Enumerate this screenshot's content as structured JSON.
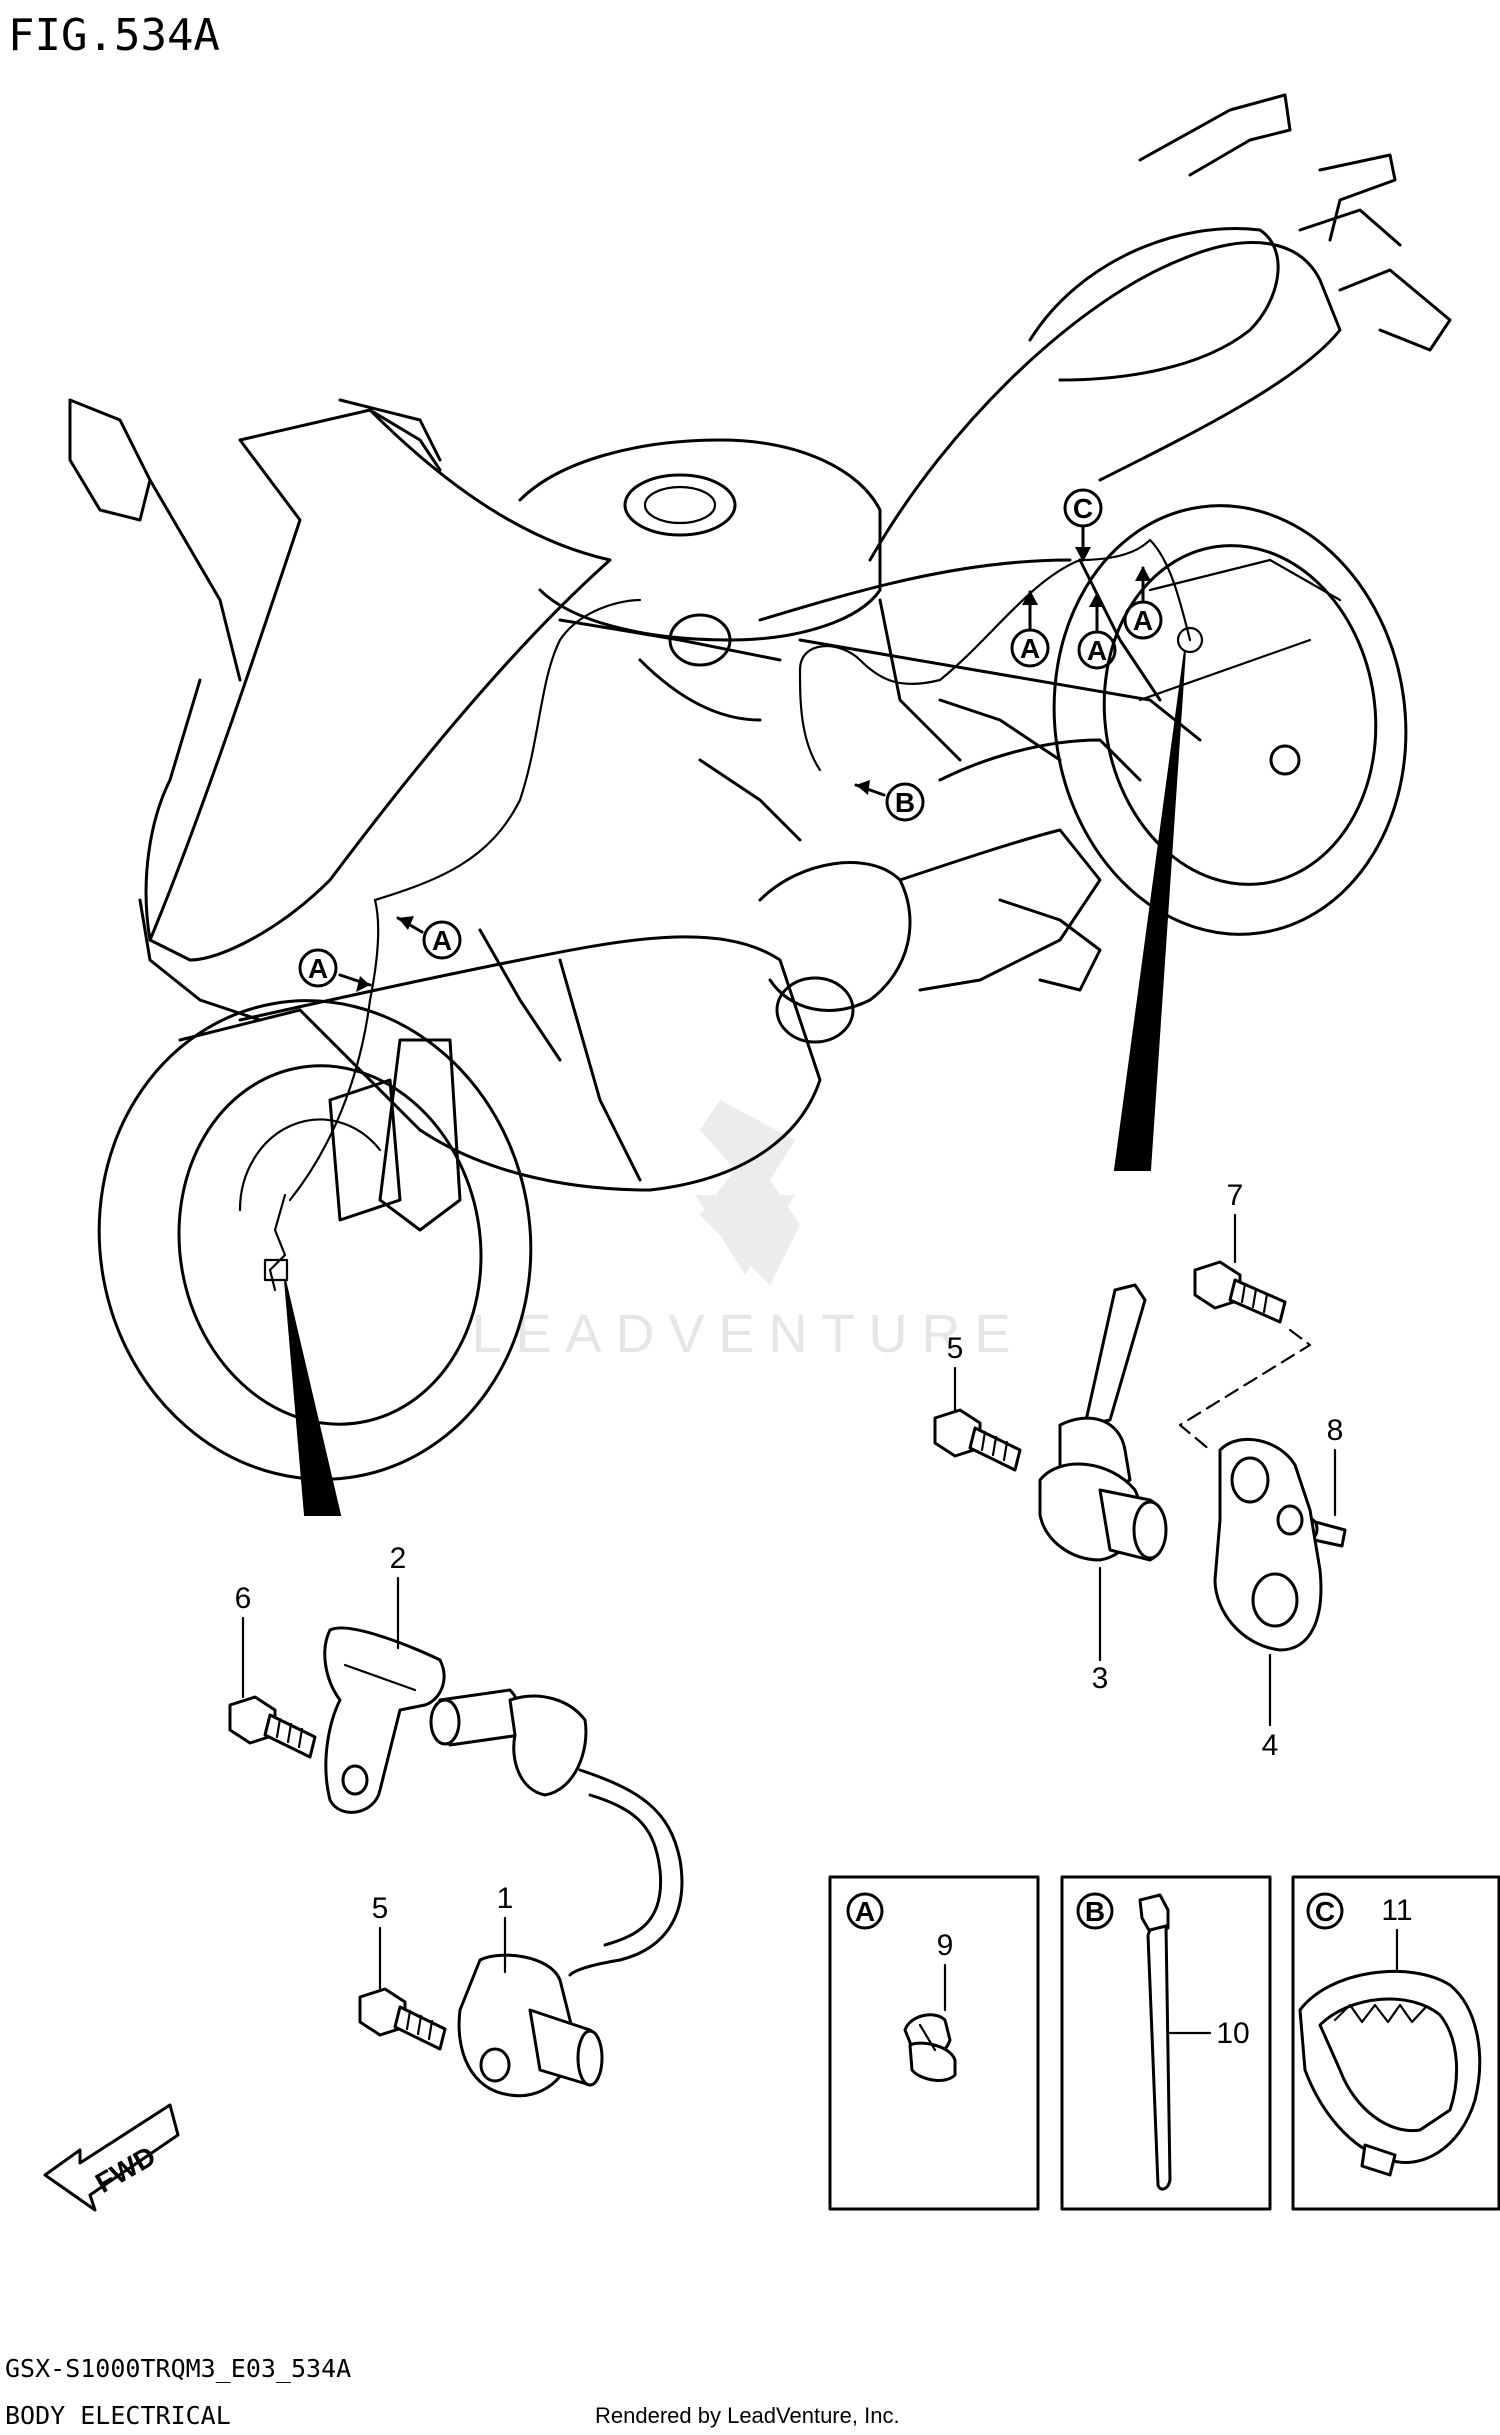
{
  "figure": {
    "title": "FIG.534A",
    "model_code": "GSX-S1000TRQM3_E03_534A",
    "section": "BODY ELECTRICAL",
    "rendered_by": "Rendered by LeadVenture, Inc.",
    "watermark": "LEADVENTURE"
  },
  "callouts": {
    "part_1": "1",
    "part_2": "2",
    "part_3": "3",
    "part_4": "4",
    "part_5a": "5",
    "part_5b": "5",
    "part_6": "6",
    "part_7": "7",
    "part_8": "8",
    "part_9": "9",
    "part_10": "10",
    "part_11": "11"
  },
  "markers": {
    "a": "A",
    "b": "B",
    "c": "C"
  },
  "detail_boxes": [
    {
      "marker": "A",
      "part": "9"
    },
    {
      "marker": "B",
      "part": "10"
    },
    {
      "marker": "C",
      "part": "11"
    }
  ],
  "fwd_label": "FWD"
}
